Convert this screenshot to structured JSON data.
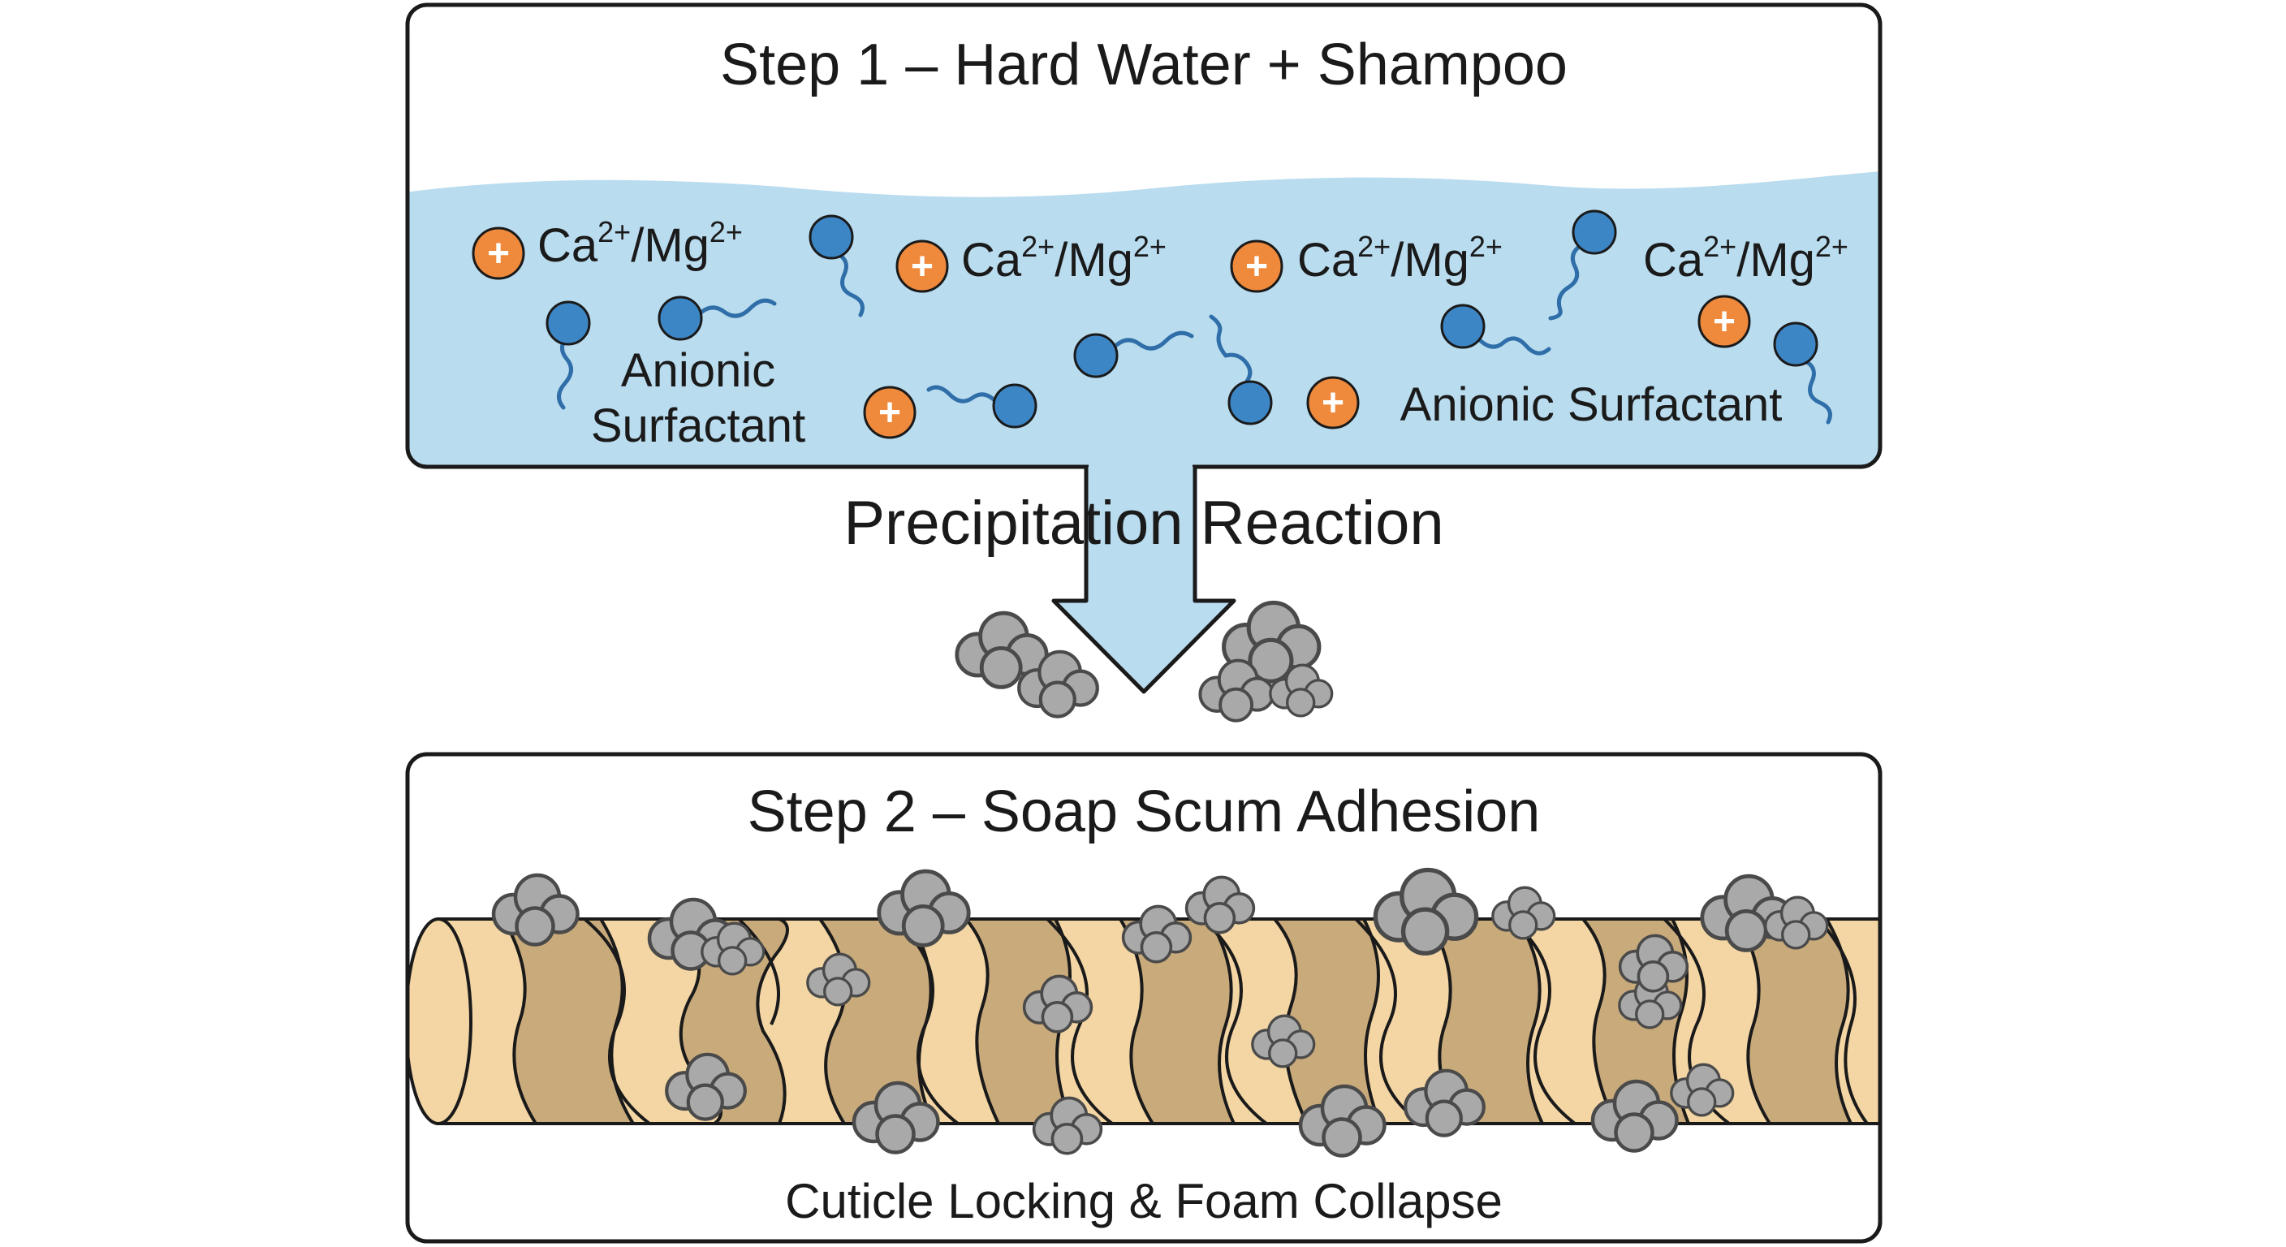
{
  "step1": {
    "title": "Step 1 – Hard Water + Shampoo",
    "ion_base": "Ca",
    "ion_charge1": "2+",
    "ion_sep": "/Mg",
    "ion_charge2": "2+",
    "cation_symbol": "+",
    "surfactant_line1": "Anionic",
    "surfactant_line2": "Surfactant",
    "surfactant_inline": "Anionic Surfactant"
  },
  "arrow": {
    "label": "Precipitation Reaction"
  },
  "step2": {
    "title": "Step 2 – Soap Scum Adhesion",
    "caption": "Cuticle Locking & Foam Collapse"
  },
  "colors": {
    "water": "#b9dcef",
    "cation": "#ef8a3c",
    "surfactant_head": "#3d86c6",
    "surfactant_tail": "#2f6ea8",
    "scum": "#a9a9a9",
    "hair_light": "#f3d6a4",
    "hair_dark": "#c9aa7b",
    "outline": "#1a1a1a"
  },
  "icons": [
    "cation-icon",
    "surfactant-icon",
    "scum-icon",
    "hair-strand",
    "down-arrow-icon"
  ]
}
